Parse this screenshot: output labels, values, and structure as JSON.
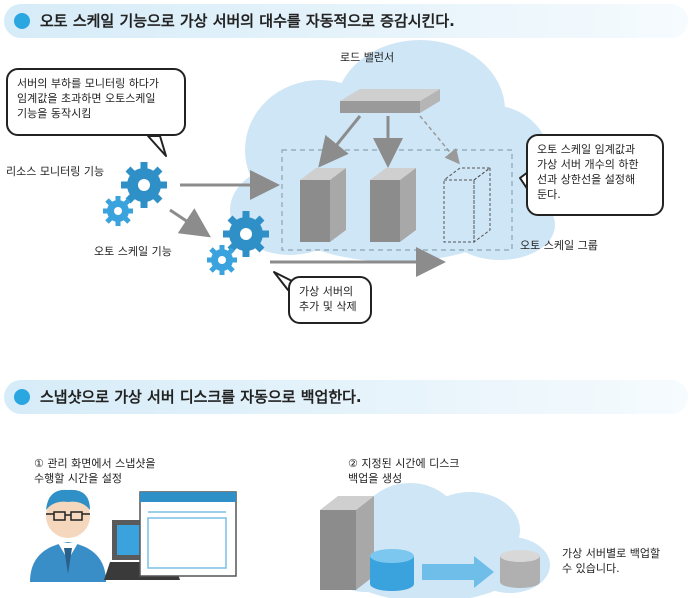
{
  "section1": {
    "heading": "오토 스케일 기능으로 가상 서버의 대수를 자동적으로 증감시킨다.",
    "load_balancer_label": "로드 밸런서",
    "monitoring_callout": "서버의 부하를 모니터링 하다가\n임계값을 초과하면 오토스케일\n기능을 동작시킴",
    "resource_monitoring_label": "리소스 모니터링 기능",
    "auto_scale_label": "오토 스케일 기능",
    "threshold_callout": "오토 스케일 임계값과\n가상 서버 개수의 하한\n선과 상한선을 설정해\n둔다.",
    "auto_scale_group_label": "오토 스케일 그룹",
    "add_remove_callout": "가상 서버의\n추가 및 삭제"
  },
  "section2": {
    "heading": "스냅샷으로 가상 서버 디스크를 자동으로 백업한다.",
    "step1": "① 관리 화면에서 스냅샷을\n수행할 시간을 설정",
    "step2": "② 지정된 시간에 디스크\n백업을 생성",
    "backup_note": "가상 서버별로 백업할\n수 있습니다."
  },
  "colors": {
    "accent_blue": "#2aa6e0",
    "cloud_blue": "#cfe6f6",
    "gear_blue": "#2f8fc7",
    "server_gray": "#8c8c8c"
  }
}
